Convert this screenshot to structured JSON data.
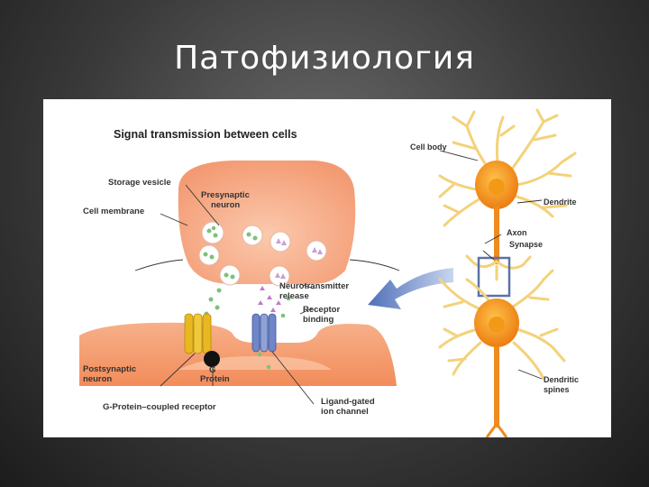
{
  "slide": {
    "title": "Патофизиология"
  },
  "diagram": {
    "heading": "Signal transmission between cells",
    "labels": {
      "storage_vesicle": "Storage vesicle",
      "cell_membrane": "Cell membrane",
      "presynaptic_1": "Presynaptic",
      "presynaptic_2": "neuron",
      "nt_release_1": "Neurotransmitter",
      "nt_release_2": "release",
      "receptor_binding_1": "Receptor",
      "receptor_binding_2": "binding",
      "postsynaptic_1": "Postsynaptic",
      "postsynaptic_2": "neuron",
      "g_protein_1": "G",
      "g_protein_2": "Protein",
      "gpcr": "G-Protein–coupled receptor",
      "ligand_gated_1": "Ligand-gated",
      "ligand_gated_2": "ion channel",
      "cell_body": "Cell body",
      "dendrite": "Dendrite",
      "axon": "Axon",
      "synapse": "Synapse",
      "dendritic_spines_1": "Dendritic",
      "dendritic_spines_2": "spines"
    }
  },
  "colors": {
    "presynaptic": "#f6a37e",
    "postsynaptic": "#f5a070",
    "neuron_orange": "#f08a1e",
    "dendrite_yellow": "#f3d27a",
    "arrow_blue": "#8aa8d8",
    "receptor_yellow": "#e8b820",
    "channel_blue": "#6f86c9"
  }
}
